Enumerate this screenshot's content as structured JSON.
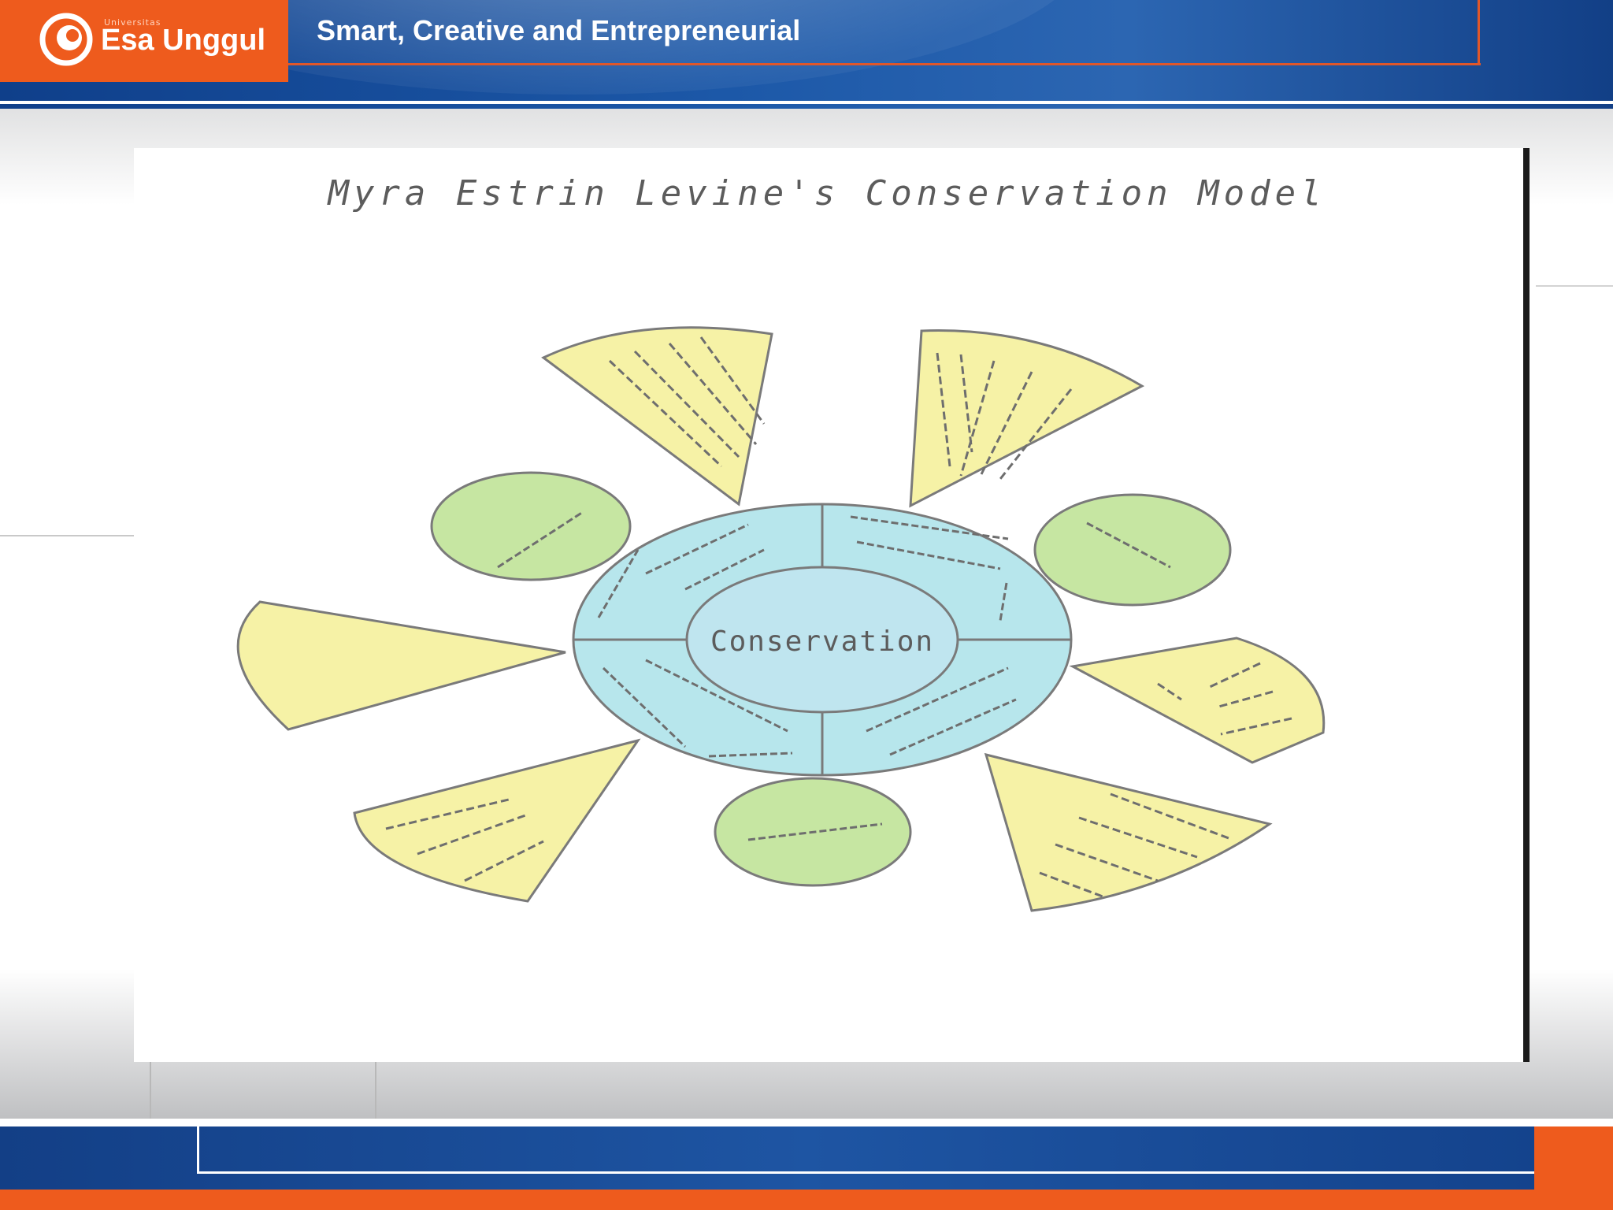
{
  "header": {
    "logo_small": "Universitas",
    "logo_name": "Esa Unggul",
    "tagline": "Smart, Creative and Entrepreneurial"
  },
  "diagram": {
    "title": "Myra Estrin Levine's Conservation Model",
    "center": "Conservation",
    "colors": {
      "ring": "#b7e6ec",
      "circle": "#c6e6a2",
      "petal": "#f6f2a6",
      "outline": "#7a7a7a"
    }
  }
}
